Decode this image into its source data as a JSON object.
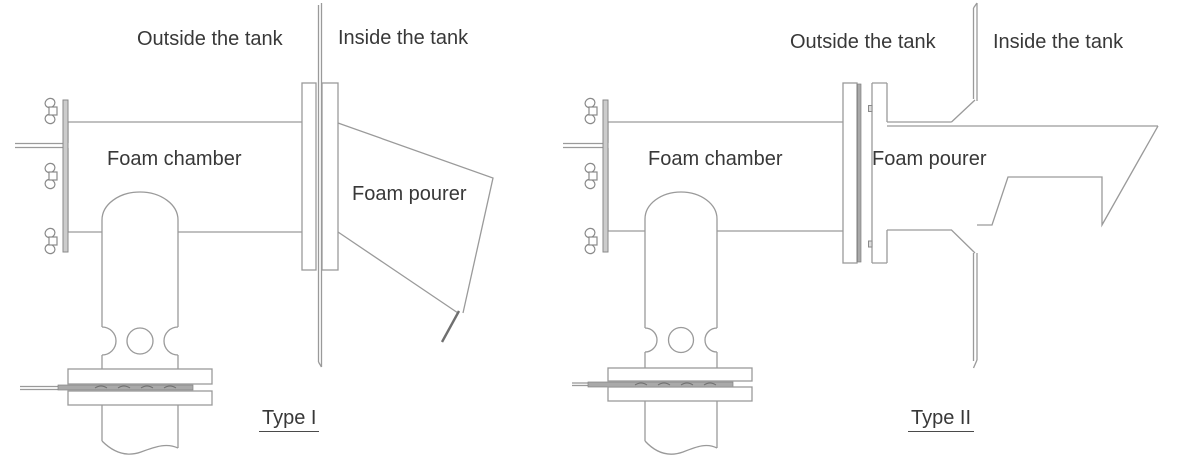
{
  "figure": {
    "description": "Cross-section line drawing of two foam discharge device types mounted on a tank wall"
  },
  "colors": {
    "line": "#9a9a9a",
    "dark_line": "#6f6f6f",
    "text": "#383838",
    "plate_fill": "#cccccc",
    "gasket_fill": "#a9a9a9",
    "background": "#ffffff"
  },
  "diagrams": [
    {
      "id": "type1",
      "outside_label": "Outside the tank",
      "inside_label": "Inside the tank",
      "chamber_label": "Foam chamber",
      "pourer_label": "Foam pourer",
      "type_label": "Type I"
    },
    {
      "id": "type2",
      "outside_label": "Outside the tank",
      "inside_label": "Inside the tank",
      "chamber_label": "Foam chamber",
      "pourer_label": "Foam pourer",
      "type_label": "Type II"
    }
  ]
}
